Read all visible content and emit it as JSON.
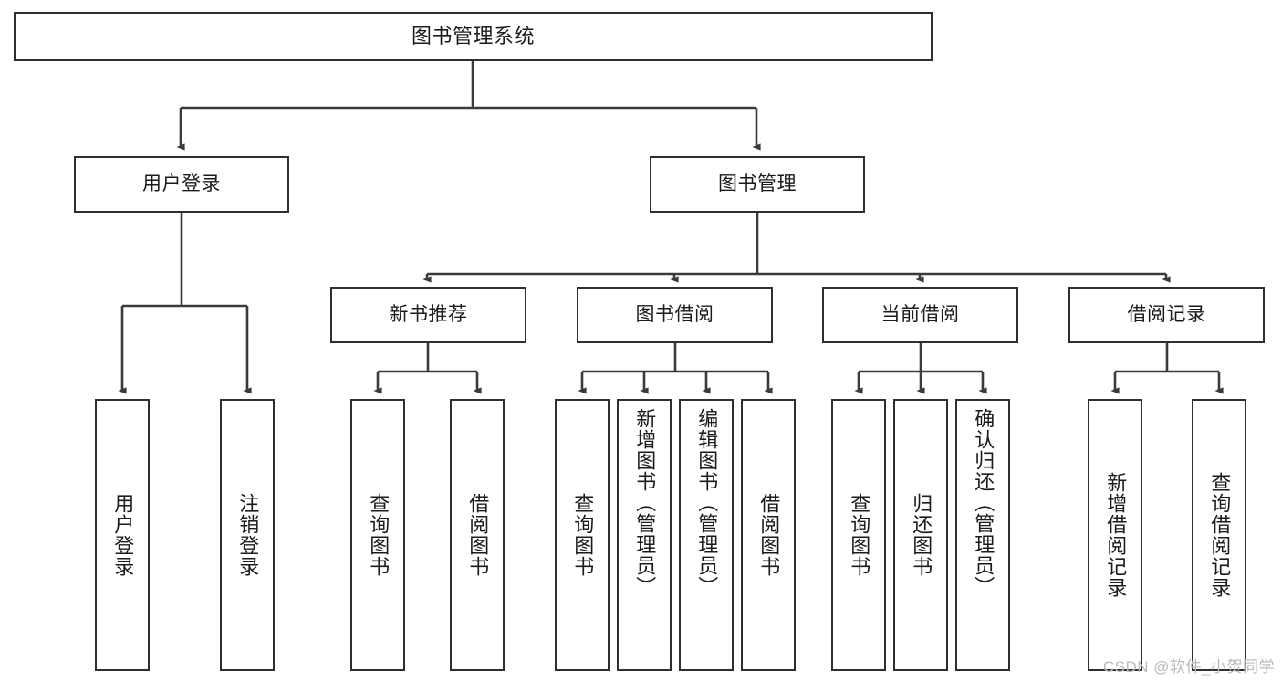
{
  "diagram": {
    "type": "tree",
    "title": "图书管理系统",
    "colors": {
      "background": "#ffffff",
      "node_border": "#2f2f2f",
      "node_fill": "#ffffff",
      "edge": "#3a3a3a",
      "text": "#1b1b1b",
      "watermark": "#b9b9b9"
    },
    "root": {
      "label": "图书管理系统"
    },
    "level1": [
      {
        "label": "用户登录"
      },
      {
        "label": "图书管理"
      }
    ],
    "level2": [
      {
        "label": "新书推荐"
      },
      {
        "label": "图书借阅"
      },
      {
        "label": "当前借阅"
      },
      {
        "label": "借阅记录"
      }
    ],
    "leaves": {
      "user_login": [
        {
          "label": "用户登录"
        },
        {
          "label": "注销登录"
        }
      ],
      "new_book_recommend": [
        {
          "label": "查询图书"
        },
        {
          "label": "借阅图书"
        }
      ],
      "book_borrow": [
        {
          "label": "查询图书"
        },
        {
          "label": "新增图书（管理员）"
        },
        {
          "label": "编辑图书（管理员）"
        },
        {
          "label": "借阅图书"
        }
      ],
      "current_borrow": [
        {
          "label": "查询图书"
        },
        {
          "label": "归还图书"
        },
        {
          "label": "确认归还（管理员）"
        }
      ],
      "borrow_record": [
        {
          "label": "新增借阅记录"
        },
        {
          "label": "查询借阅记录"
        }
      ]
    }
  },
  "watermark": {
    "text": "CSDN @软件_小贺同学"
  }
}
